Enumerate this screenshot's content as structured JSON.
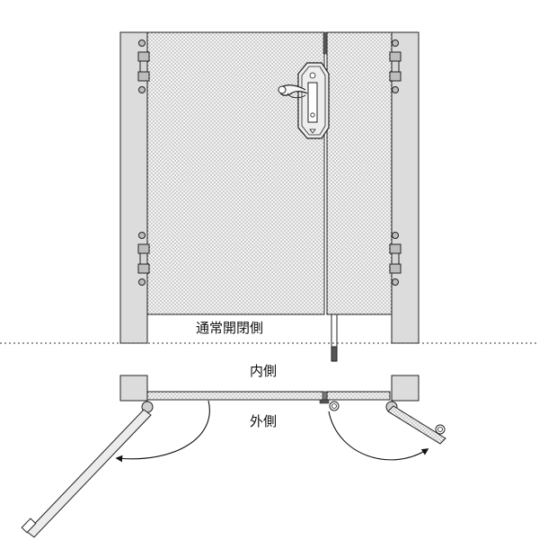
{
  "labels": {
    "normal_open_side": "通常開閉側",
    "inside": "内側",
    "outside": "外側"
  },
  "colors": {
    "post": "#dcdcdc",
    "door_fill": "#f2f2f2",
    "dots": "#7a7a7a",
    "hardware": "#bdbdbd",
    "stroke": "#222222"
  }
}
